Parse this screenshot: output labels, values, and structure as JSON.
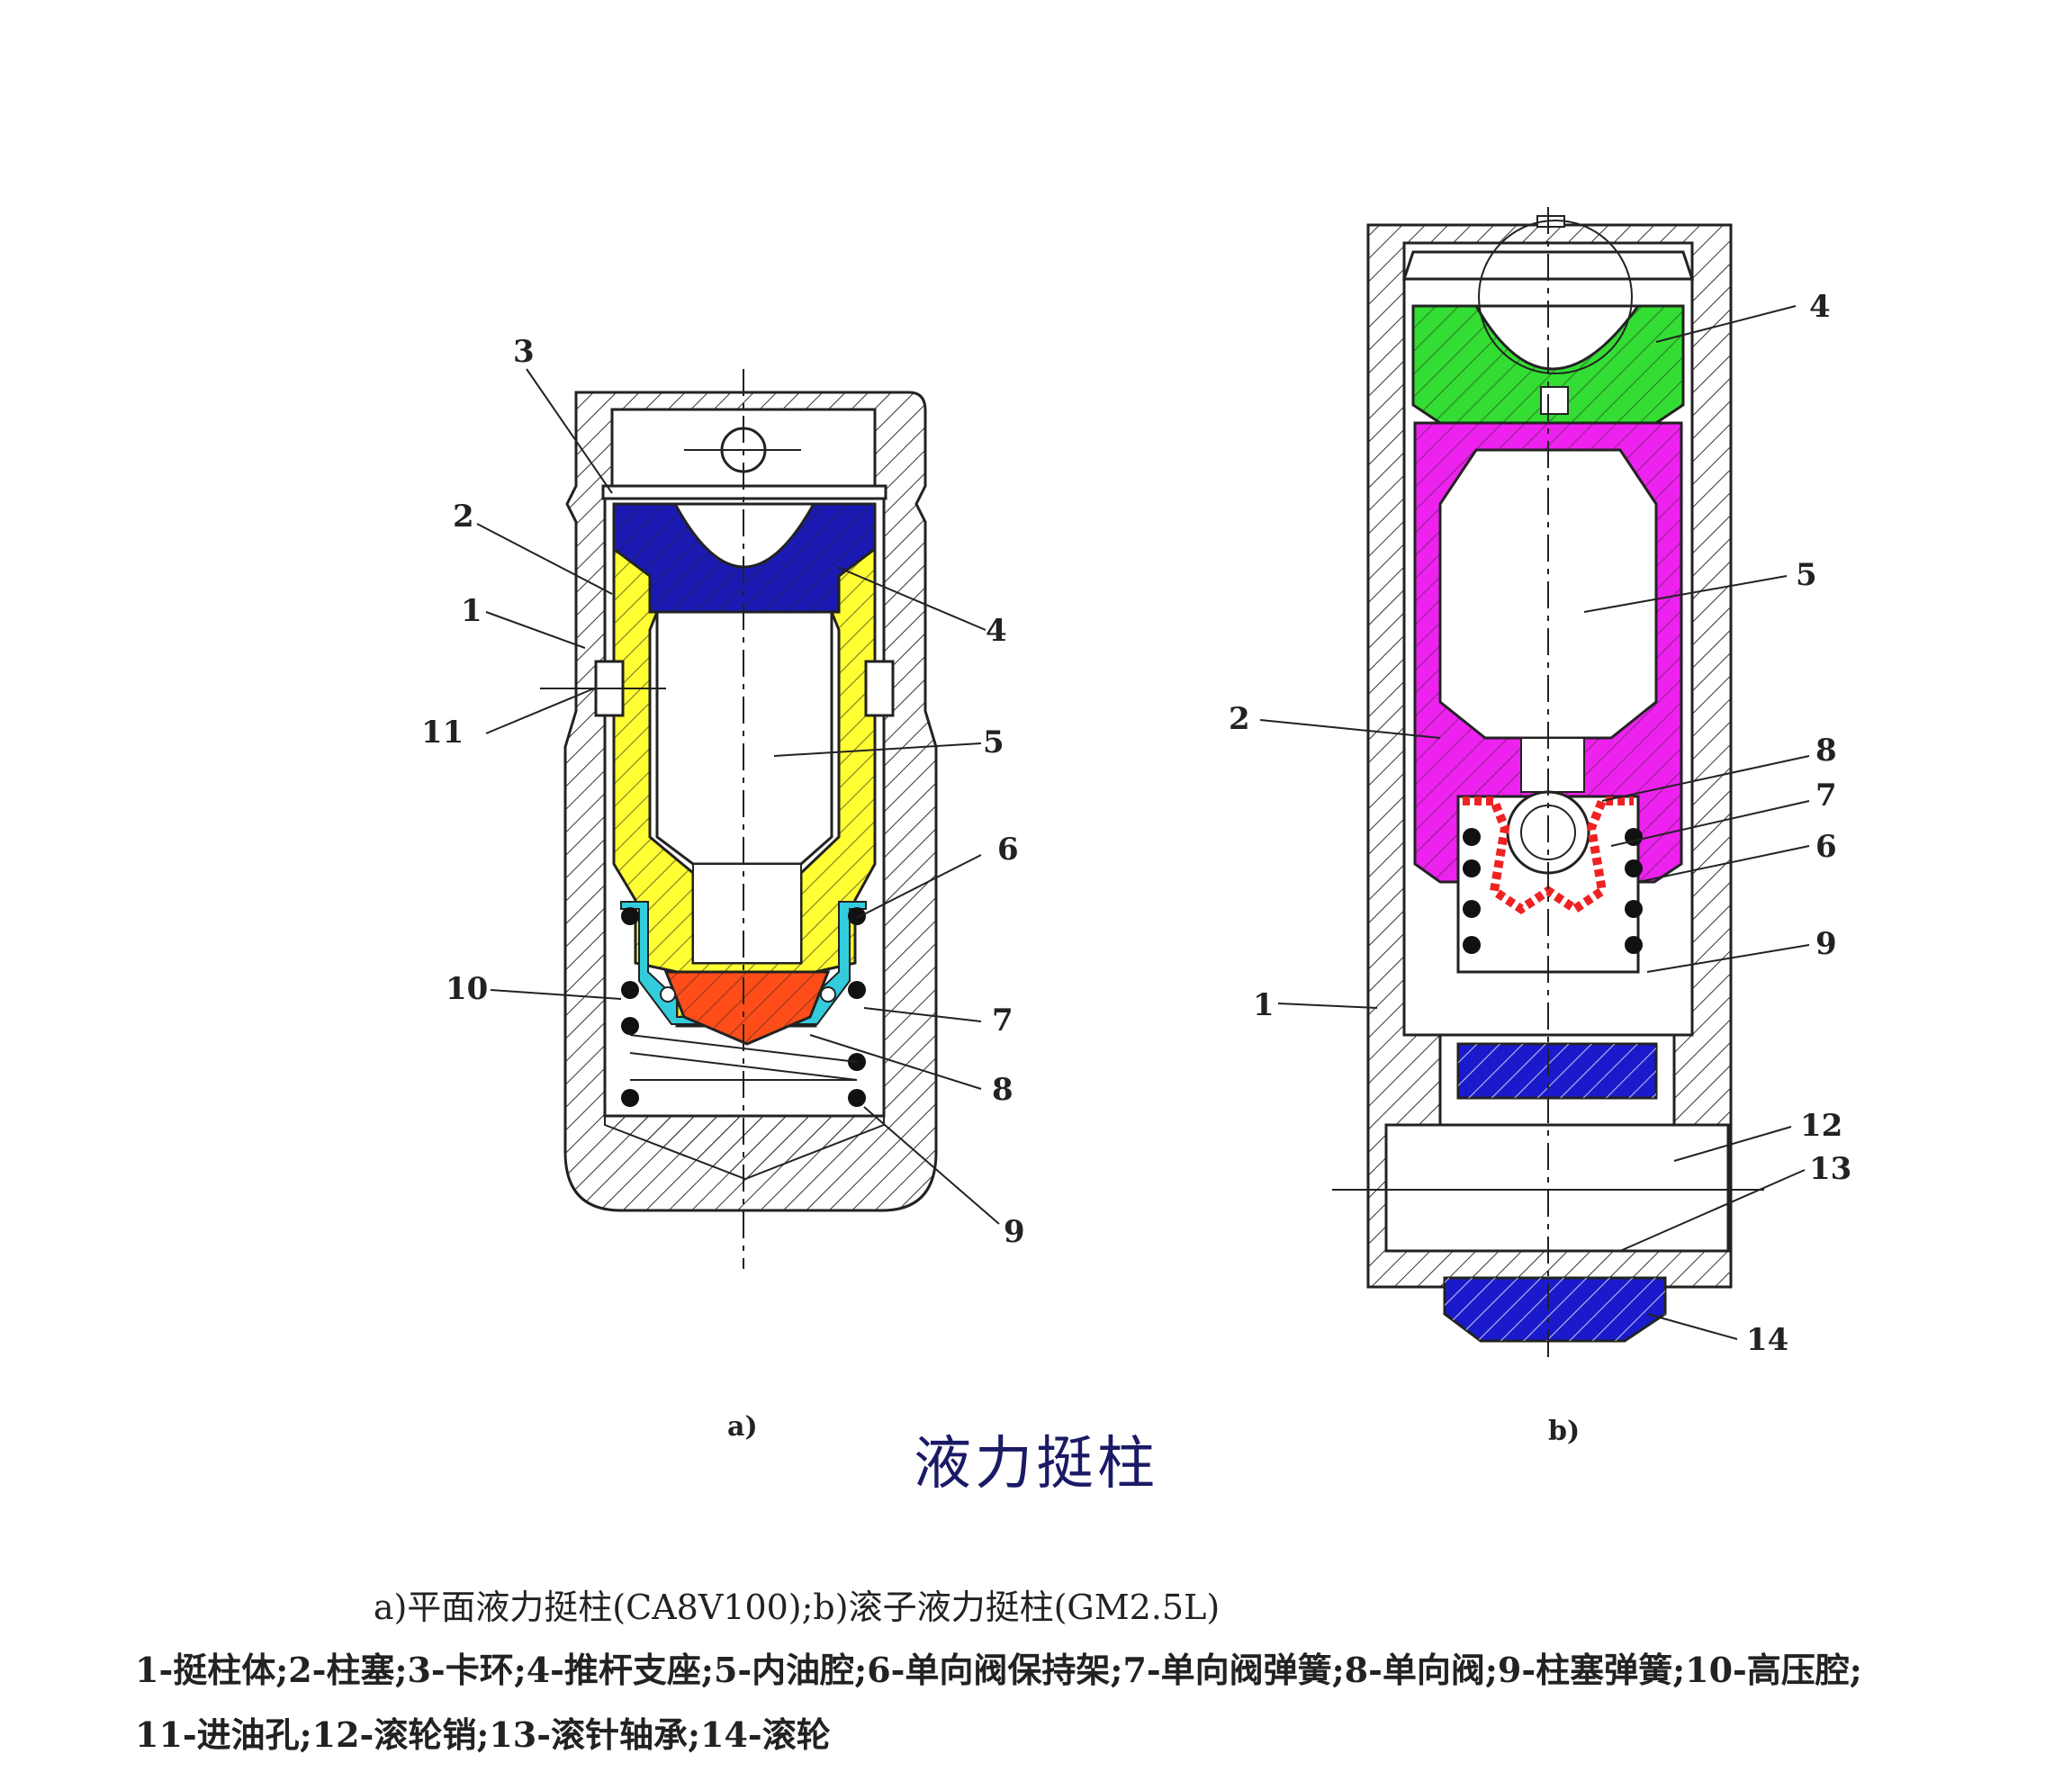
{
  "title": "液力挺柱",
  "caption": "a)平面液力挺柱(CA8V100);b)滚子液力挺柱(GM2.5L)",
  "legend_line1": "1-挺柱体;2-柱塞;3-卡环;4-推杆支座;5-内油腔;6-单向阀保持架;7-单向阀弹簧;8-单向阀;9-柱塞弹簧;10-高压腔;",
  "legend_line2": "11-进油孔;12-滚轮销;13-滚针轴承;14-滚轮",
  "figure_a": {
    "sublabel": "a)",
    "callouts": [
      "3",
      "2",
      "1",
      "11",
      "4",
      "5",
      "6",
      "10",
      "7",
      "8",
      "9"
    ]
  },
  "figure_b": {
    "sublabel": "b)",
    "callouts": [
      "4",
      "5",
      "2",
      "8",
      "7",
      "6",
      "9",
      "1",
      "12",
      "13",
      "14"
    ]
  },
  "colors": {
    "plunger_a": "#ffff33",
    "seat_a": "#1a1ab3",
    "valve_a": "#ff4d1a",
    "retainer_a": "#33ccdd",
    "seat_b": "#33dd33",
    "plunger_b": "#ee22ee",
    "roller_b": "#1a1acc",
    "valve_spring_b": "#ee2222",
    "metal": "#ffffff",
    "line": "#222222"
  }
}
